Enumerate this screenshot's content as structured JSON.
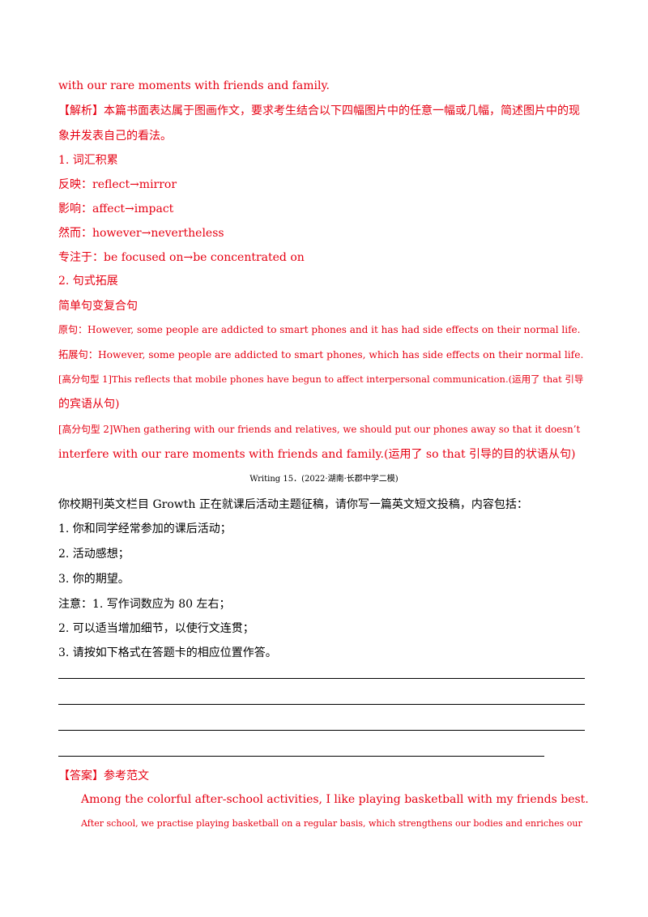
{
  "lines": [
    {
      "text": "with our rare moments with friends and family.",
      "color": "red"
    },
    {
      "text": "【解析】本篇书面表达属于图画作文，要求考生结合以下四幅图片中的任意一幅或几幅，简述图片中的现",
      "color": "red"
    },
    {
      "text": "象并发表自己的看法。",
      "color": "red"
    },
    {
      "text": "1. 词汇积累",
      "color": "red"
    },
    {
      "text": "反映：reflect→mirror",
      "color": "red"
    },
    {
      "text": "影响：affect→impact",
      "color": "red"
    },
    {
      "text": "然而：however→nevertheless",
      "color": "red"
    },
    {
      "text": "专注于：be focused on→be concentrated on",
      "color": "red"
    },
    {
      "text": "2. 句式拓展",
      "color": "red"
    },
    {
      "text": "简单句变复合句",
      "color": "red"
    },
    {
      "text": "原句：However, some people are addicted to smart phones and it has had side effects on their normal life.",
      "color": "red"
    },
    {
      "text": "拓展句：However, some people are addicted to smart phones, which has side effects on their normal life.",
      "color": "red"
    },
    {
      "text": "[高分句型 1]This reflects that mobile phones have begun to affect interpersonal communication.(运用了 that 引导",
      "color": "red"
    },
    {
      "text": "的宾语从句)",
      "color": "red"
    },
    {
      "text": "[高分句型 2]When gathering with our friends and relatives, we should put our phones away so that it doesn’t",
      "color": "red"
    },
    {
      "text": "interfere with our rare moments with friends and family.(运用了 so that 引导的目的状语从句)",
      "color": "red"
    },
    {
      "text": "Writing 15．(2022·湖南·长郡中学二模)",
      "color": "black"
    },
    {
      "text": "你校期刊英文栏目 Growth 正在就课后活动主题征稿，请你写一篇英文短文投稿，内容包括：",
      "color": "black"
    },
    {
      "text": "1. 你和同学经常参加的课后活动；",
      "color": "black"
    },
    {
      "text": "2. 活动感想；",
      "color": "black"
    },
    {
      "text": "3. 你的期望。",
      "color": "black"
    },
    {
      "text": "注意：1. 写作词数应为 80 左右；",
      "color": "black"
    },
    {
      "text": "2. 可以适当增加细节，以使行文连贯；",
      "color": "black"
    },
    {
      "text": "3. 请按如下格式在答题卡的相应位置作答。",
      "color": "black"
    },
    {
      "text": "【答案】参考范文",
      "color": "red"
    },
    {
      "text": "Among the colorful after-school activities, I like playing basketball with my friends best.",
      "color": "red"
    },
    {
      "text": "After school, we practise playing basketball on a regular basis, which strengthens our bodies and enriches our",
      "color": "red"
    }
  ],
  "colors": {
    "red": "#e60012",
    "black": "#000000"
  }
}
